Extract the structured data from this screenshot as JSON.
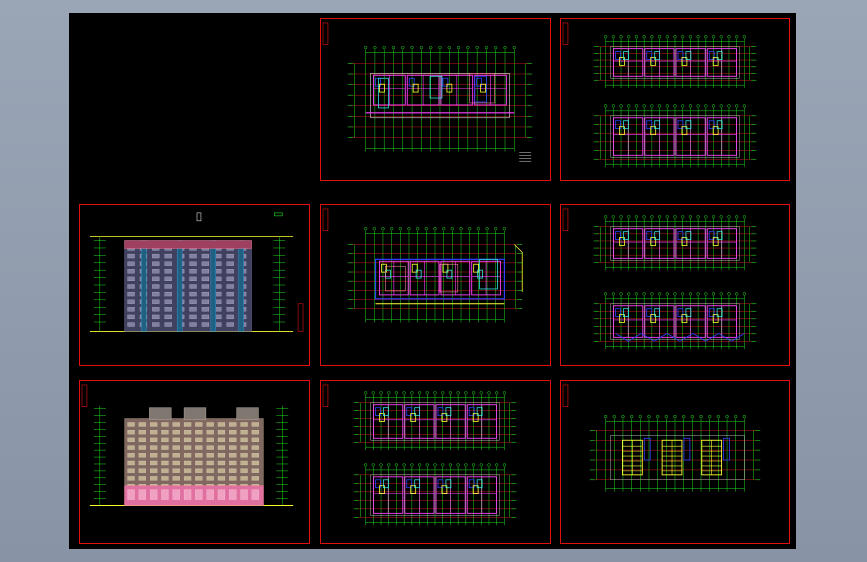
{
  "viewport": {
    "background": "#8b98aa",
    "canvas_background": "#000000"
  },
  "colors": {
    "border": "#e01010",
    "grid": "#20e020",
    "axis": "#ff2020",
    "wall": "#ff40ff",
    "blue": "#3040ff",
    "yellow": "#ffff30",
    "cyan": "#30e0e0",
    "white": "#e0e0e0",
    "pink": "#ff80a0"
  },
  "sheets": [
    {
      "id": "plan-1",
      "kind": "plan-single"
    },
    {
      "id": "plan-2",
      "kind": "plan-double"
    },
    {
      "id": "elevation-1",
      "kind": "elevation-blue"
    },
    {
      "id": "plan-3",
      "kind": "plan-single-blue"
    },
    {
      "id": "plan-4",
      "kind": "plan-double-2"
    },
    {
      "id": "elevation-2",
      "kind": "elevation-pink"
    },
    {
      "id": "plan-5",
      "kind": "plan-double-3"
    },
    {
      "id": "section-1",
      "kind": "section-stairs"
    }
  ]
}
